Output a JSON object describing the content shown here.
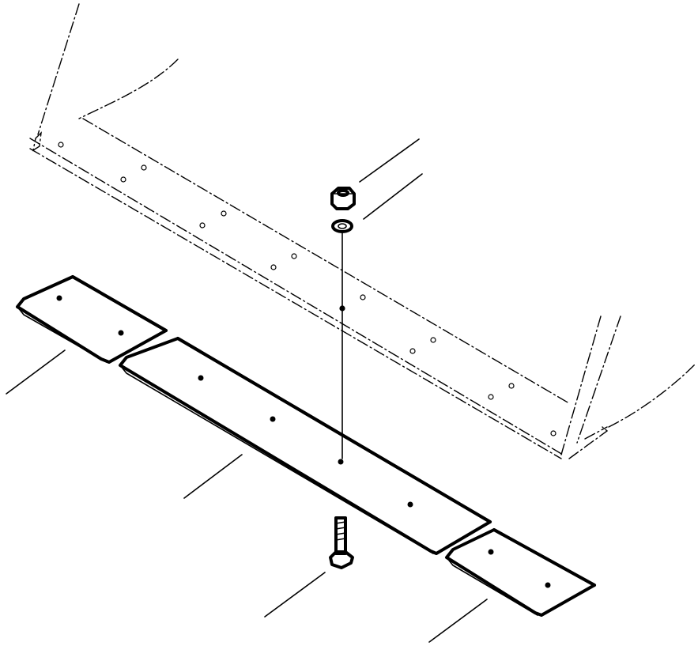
{
  "diagram": {
    "parts": [
      {
        "name": "cutting-edge-center"
      },
      {
        "name": "cutting-edge-left"
      },
      {
        "name": "cutting-edge-right"
      },
      {
        "name": "bolt"
      },
      {
        "name": "nut"
      },
      {
        "name": "washer"
      },
      {
        "name": "bucket-lip"
      }
    ]
  },
  "colors": {
    "ink": "#000000",
    "background": "#ffffff"
  }
}
